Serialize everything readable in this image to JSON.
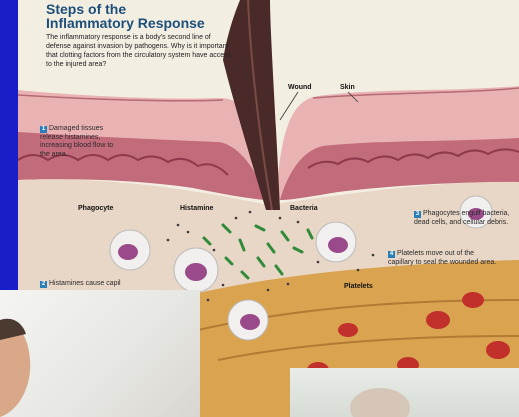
{
  "diagram": {
    "title_line1": "Steps of the",
    "title_line2": "Inflammatory Response",
    "intro": "The inflammatory response is a body's second line of defense against invasion by pathogens. Why is it important that clotting factors from the circulatory system have access to the injured area?",
    "labels": {
      "wound": "Wound",
      "skin": "Skin",
      "phagocyte": "Phagocyte",
      "histamine": "Histamine",
      "bacteria": "Bacteria",
      "platelets": "Platelets"
    },
    "steps": [
      {
        "num": "1",
        "text": "Damaged tissues release histamines, increasing blood flow to the area."
      },
      {
        "num": "2",
        "text": "Histamines cause capil"
      },
      {
        "num": "3",
        "text": "Phagocytes engulf bacteria, dead cells, and cellular debris."
      },
      {
        "num": "4",
        "text": "Platelets move out of the capillary to seal the wounded area."
      }
    ]
  },
  "colors": {
    "background": "#1a1ec8",
    "panel": "#f3eee2",
    "skin_outer": "#e2a6aa",
    "skin_band": "#b0576a",
    "tissue": "#d9a34f",
    "title": "#1d4f7a",
    "bacteria": "#2f8a3a",
    "blood_cell": "#c2302c"
  }
}
